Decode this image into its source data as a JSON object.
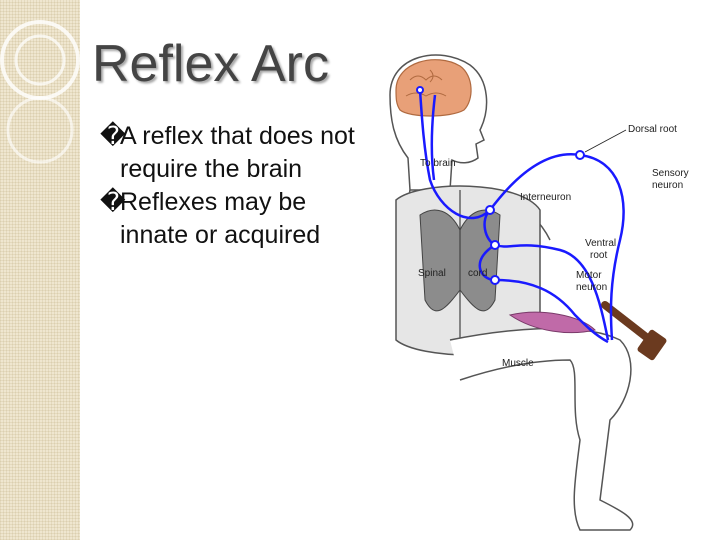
{
  "slide": {
    "title": "Reflex Arc",
    "bullet_glyph": "�",
    "bullets": [
      "A reflex that does not require the brain",
      "Reflexes may be innate or acquired"
    ]
  },
  "diagram": {
    "labels": {
      "dorsal_root": "Dorsal root",
      "to_brain": "To brain",
      "sensory_neuron_1": "Sensory",
      "sensory_neuron_2": "neuron",
      "interneuron": "Interneuron",
      "ventral_root_1": "Ventral",
      "ventral_root_2": "root",
      "spinal": "Spinal",
      "cord": "cord",
      "motor_neuron_1": "Motor",
      "motor_neuron_2": "neuron",
      "muscle": "Muscle"
    }
  },
  "colors": {
    "title": "#444444",
    "nerve": "#1a1aff",
    "spinal_cord": "#8c8c8c",
    "brain": "#e8a078",
    "hammer": "#6b3a1f",
    "muscle": "#c06aa8",
    "side_band": "#efe6cf"
  }
}
